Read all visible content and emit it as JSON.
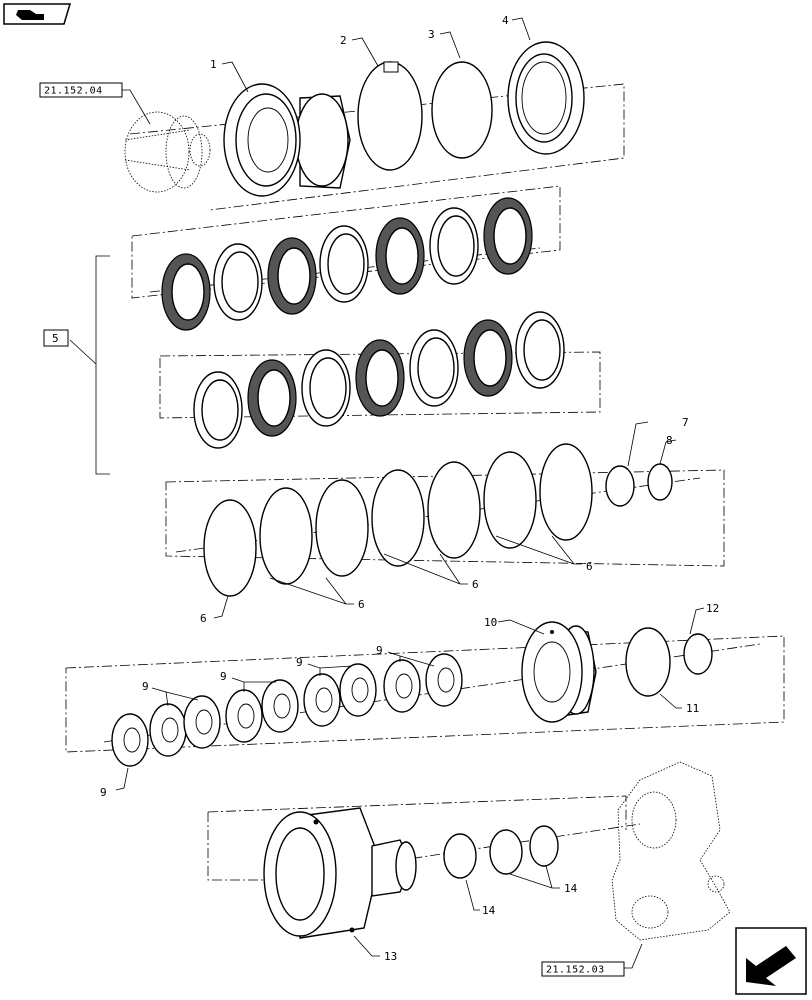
{
  "references": {
    "top_left": "21.152.04",
    "bottom_right": "21.152.03"
  },
  "group_label": "5",
  "callouts": {
    "c1": "1",
    "c2": "2",
    "c3": "3",
    "c4": "4",
    "c6a": "6",
    "c6b": "6",
    "c6c": "6",
    "c6d": "6",
    "c7": "7",
    "c8": "8",
    "c9a": "9",
    "c9b": "9",
    "c9c": "9",
    "c9d": "9",
    "c9e": "9",
    "c10": "10",
    "c11": "11",
    "c12": "12",
    "c13": "13",
    "c14a": "14",
    "c14b": "14"
  },
  "icons": {
    "top_nav": "book-icon",
    "bottom_nav": "next-page-arrow-icon"
  }
}
